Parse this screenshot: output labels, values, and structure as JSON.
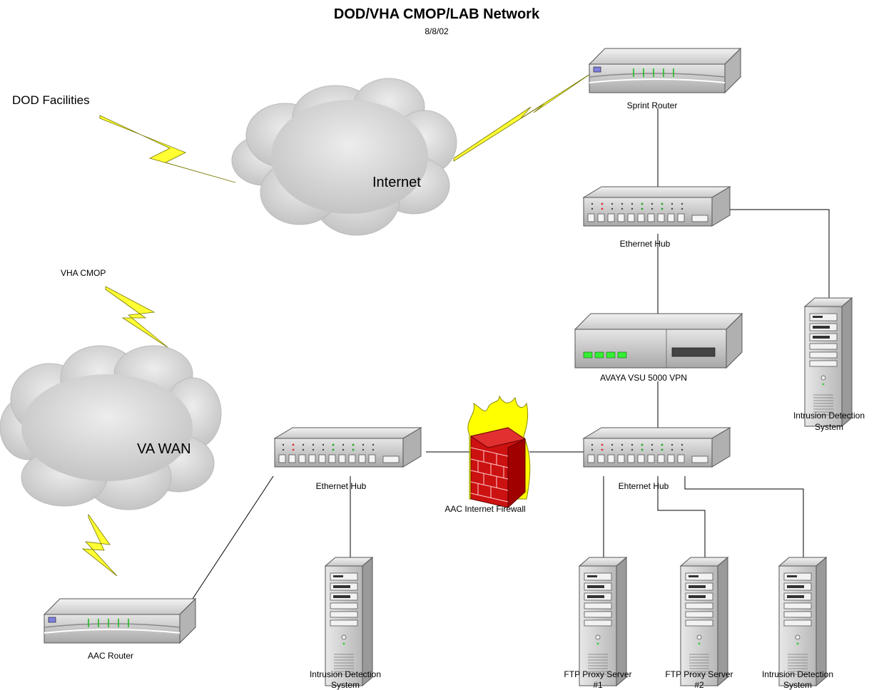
{
  "title": "DOD/VHA CMOP/LAB Network",
  "date": "8/8/02",
  "labels": {
    "dod_facilities": "DOD Facilities",
    "vha_cmop": "VHA CMOP",
    "internet": "Internet",
    "va_wan": "VA WAN",
    "sprint_router": "Sprint Router",
    "ethernet_hub_top": "Ethernet Hub",
    "vpn": "AVAYA VSU 5000 VPN",
    "ids_right_top_l1": "Intrusion Detection",
    "ids_right_top_l2": "System",
    "ehternet_hub": "Ehternet Hub",
    "ethernet_hub_left": "Ethernet Hub",
    "firewall": "AAC Internet Firewall",
    "aac_router": "AAC Router",
    "ids_left_l1": "Intrusion Detection",
    "ids_left_l2": "System",
    "ftp1_l1": "FTP Proxy Server",
    "ftp1_l2": "#1",
    "ftp2_l1": "FTP Proxy Server",
    "ftp2_l2": "#2",
    "ids_right_bottom_l1": "Intrusion Detection",
    "ids_right_bottom_l2": "System"
  },
  "colors": {
    "lightning": "#ffff33",
    "cloud": "#d9d9d9",
    "firewall_brick": "#cc0000",
    "flame": "#ffff00",
    "device_body": "#d4d4d4",
    "led_green": "#33cc33"
  }
}
